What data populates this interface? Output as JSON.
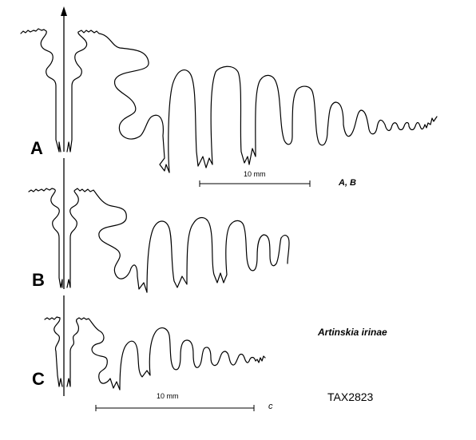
{
  "figure": {
    "panels": [
      {
        "id": "A",
        "label": "A"
      },
      {
        "id": "B",
        "label": "B"
      },
      {
        "id": "C",
        "label": "C"
      }
    ],
    "scale_bars": [
      {
        "length_text": "10 mm",
        "group_label": "A, B"
      },
      {
        "length_text": "10 mm",
        "group_label": "c"
      }
    ],
    "species": "Artinskia irinae",
    "catalog_number": "TAX2823"
  }
}
